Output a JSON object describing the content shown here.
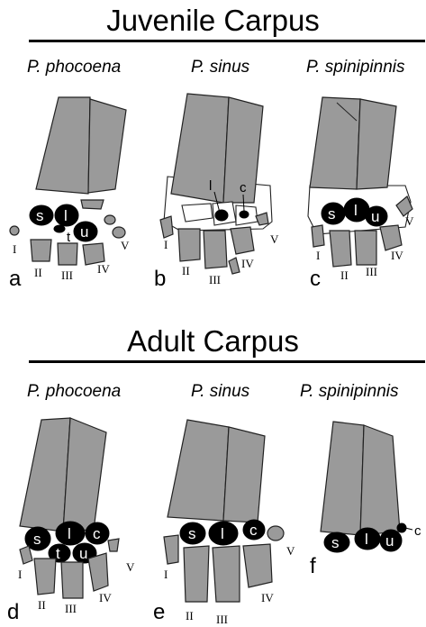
{
  "juvenile": {
    "title": "Juvenile Carpus",
    "panels": [
      {
        "species": "P. phocoena",
        "letter": "a",
        "carpal_labels": [
          "s",
          "l",
          "u",
          "t"
        ],
        "digits": [
          "I",
          "II",
          "III",
          "IV",
          "V"
        ]
      },
      {
        "species": "P. sinus",
        "letter": "b",
        "carpal_labels": [
          "l",
          "c"
        ],
        "digits": [
          "I",
          "II",
          "III",
          "IV",
          "V"
        ]
      },
      {
        "species": "P. spinipinnis",
        "letter": "c",
        "carpal_labels": [
          "s",
          "l",
          "u"
        ],
        "digits": [
          "I",
          "II",
          "III",
          "IV",
          "V"
        ]
      }
    ]
  },
  "adult": {
    "title": "Adult Carpus",
    "panels": [
      {
        "species": "P. phocoena",
        "letter": "d",
        "carpal_labels": [
          "s",
          "l",
          "c",
          "t",
          "u"
        ],
        "digits": [
          "I",
          "II",
          "III",
          "IV",
          "V"
        ]
      },
      {
        "species": "P. sinus",
        "letter": "e",
        "carpal_labels": [
          "s",
          "l",
          "c"
        ],
        "digits": [
          "I",
          "II",
          "III",
          "IV",
          "V"
        ]
      },
      {
        "species": "P. spinipinnis",
        "letter": "f",
        "carpal_labels": [
          "s",
          "l",
          "u",
          "c"
        ],
        "digits": []
      }
    ]
  },
  "colors": {
    "bone": "#9a9a9a",
    "carpal": "#000000",
    "cartilage": "#ffffff",
    "outline": "#222222"
  }
}
